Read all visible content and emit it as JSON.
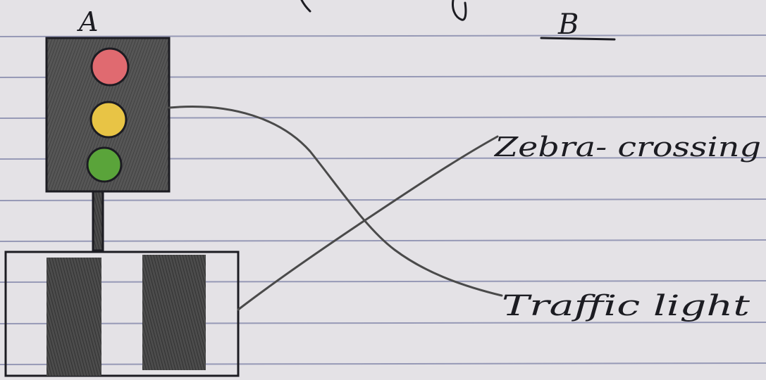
{
  "column_a": {
    "heading": "A"
  },
  "column_b": {
    "heading": "B"
  },
  "items_b": [
    {
      "label": "Zebra- crossing"
    },
    {
      "label": "Traffic light"
    }
  ],
  "drawings": {
    "traffic_light": {
      "lamps": [
        "red",
        "yellow",
        "green"
      ]
    },
    "zebra_crossing": {
      "stripes": 2
    }
  },
  "matches": [
    {
      "from": "traffic-light-drawing",
      "to": "Traffic light"
    },
    {
      "from": "zebra-crossing-drawing",
      "to": "Zebra- crossing"
    }
  ],
  "colors": {
    "paper": "#e4e2e6",
    "rule_lines": "#7d81a6",
    "ink": "#1c1c22",
    "pencil": "#4a4a4a",
    "lamp_red": "#e06a70",
    "lamp_yellow": "#e8c445",
    "lamp_green": "#5aa43a"
  }
}
